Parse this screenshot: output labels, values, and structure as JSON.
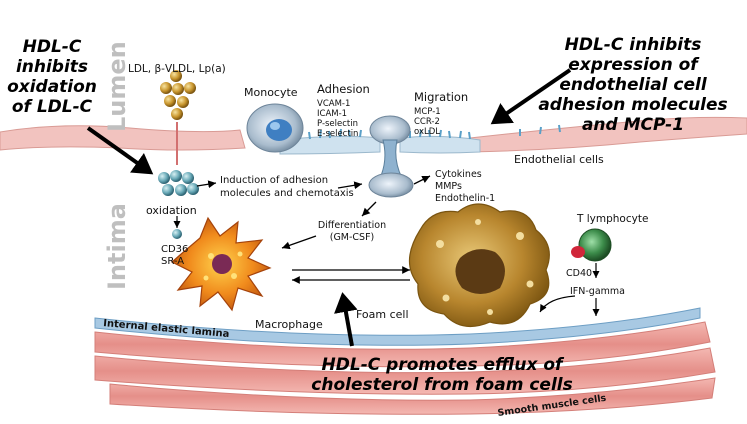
{
  "annotations": {
    "ldl_oxidation": [
      "HDL-C",
      "inhibits",
      "oxidation",
      "of LDL-C"
    ],
    "adhesion_molecules": [
      "HDL-C inhibits",
      "expression of",
      "endothelial cell",
      "adhesion molecules",
      "and MCP-1"
    ],
    "efflux": [
      "HDL-C promotes efflux of",
      "cholesterol from foam cells"
    ]
  },
  "regions": {
    "lumen": "Lumen",
    "intima": "Intima"
  },
  "labels": {
    "ldl": "LDL, β-VLDL, Lp(a)",
    "monocyte": "Monocyte",
    "adhesion_title": "Adhesion",
    "adhesion_items": [
      "VCAM-1",
      "ICAM-1",
      "P-selectin",
      "E-selectin"
    ],
    "migration_title": "Migration",
    "migration_items": [
      "MCP-1",
      "CCR-2",
      "oxLDL"
    ],
    "endothelial": "Endothelial cells",
    "oxidation": "oxidation",
    "induction": [
      "Induction of adhesion",
      "molecules and chemotaxis"
    ],
    "cytokines": [
      "Cytokines",
      "MMPs",
      "Endothelin-1"
    ],
    "differentiation": [
      "Differentiation",
      "(GM-CSF)"
    ],
    "t_lymphocyte": "T lymphocyte",
    "cd36": [
      "CD36",
      "SR-A"
    ],
    "cd40": "CD40",
    "ifn": "IFN-gamma",
    "macrophage": "Macrophage",
    "foam_cell": "Foam cell",
    "internal_lamina": "Internal elastic lamina",
    "smooth_muscle": "Smooth muscle cells"
  }
}
